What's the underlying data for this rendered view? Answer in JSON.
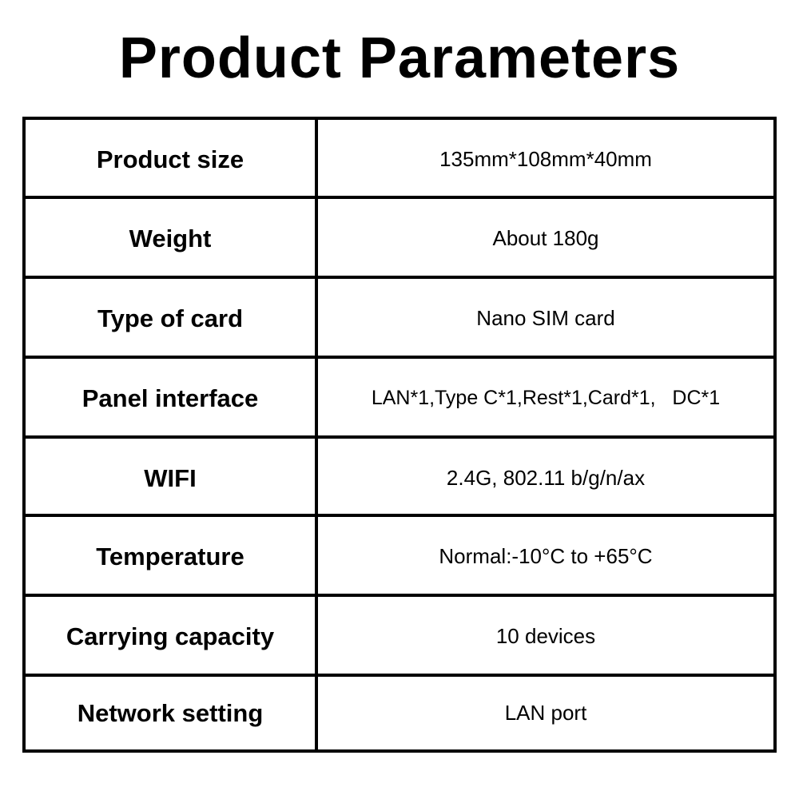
{
  "title": "Product Parameters",
  "rows": [
    {
      "label": "Product size",
      "value": "135mm*108mm*40mm"
    },
    {
      "label": "Weight",
      "value": "About 180g"
    },
    {
      "label": "Type of card",
      "value": "Nano SIM card"
    },
    {
      "label": "Panel interface",
      "value": "LAN*1,Type C*1,Rest*1,Card*1,   DC*1"
    },
    {
      "label": "WIFI",
      "value": "2.4G, 802.11 b/g/n/ax"
    },
    {
      "label": "Temperature",
      "value": "Normal:-10°C to +65°C"
    },
    {
      "label": "Carrying capacity",
      "value": "10 devices"
    },
    {
      "label": "Network setting",
      "value": "LAN port"
    }
  ]
}
